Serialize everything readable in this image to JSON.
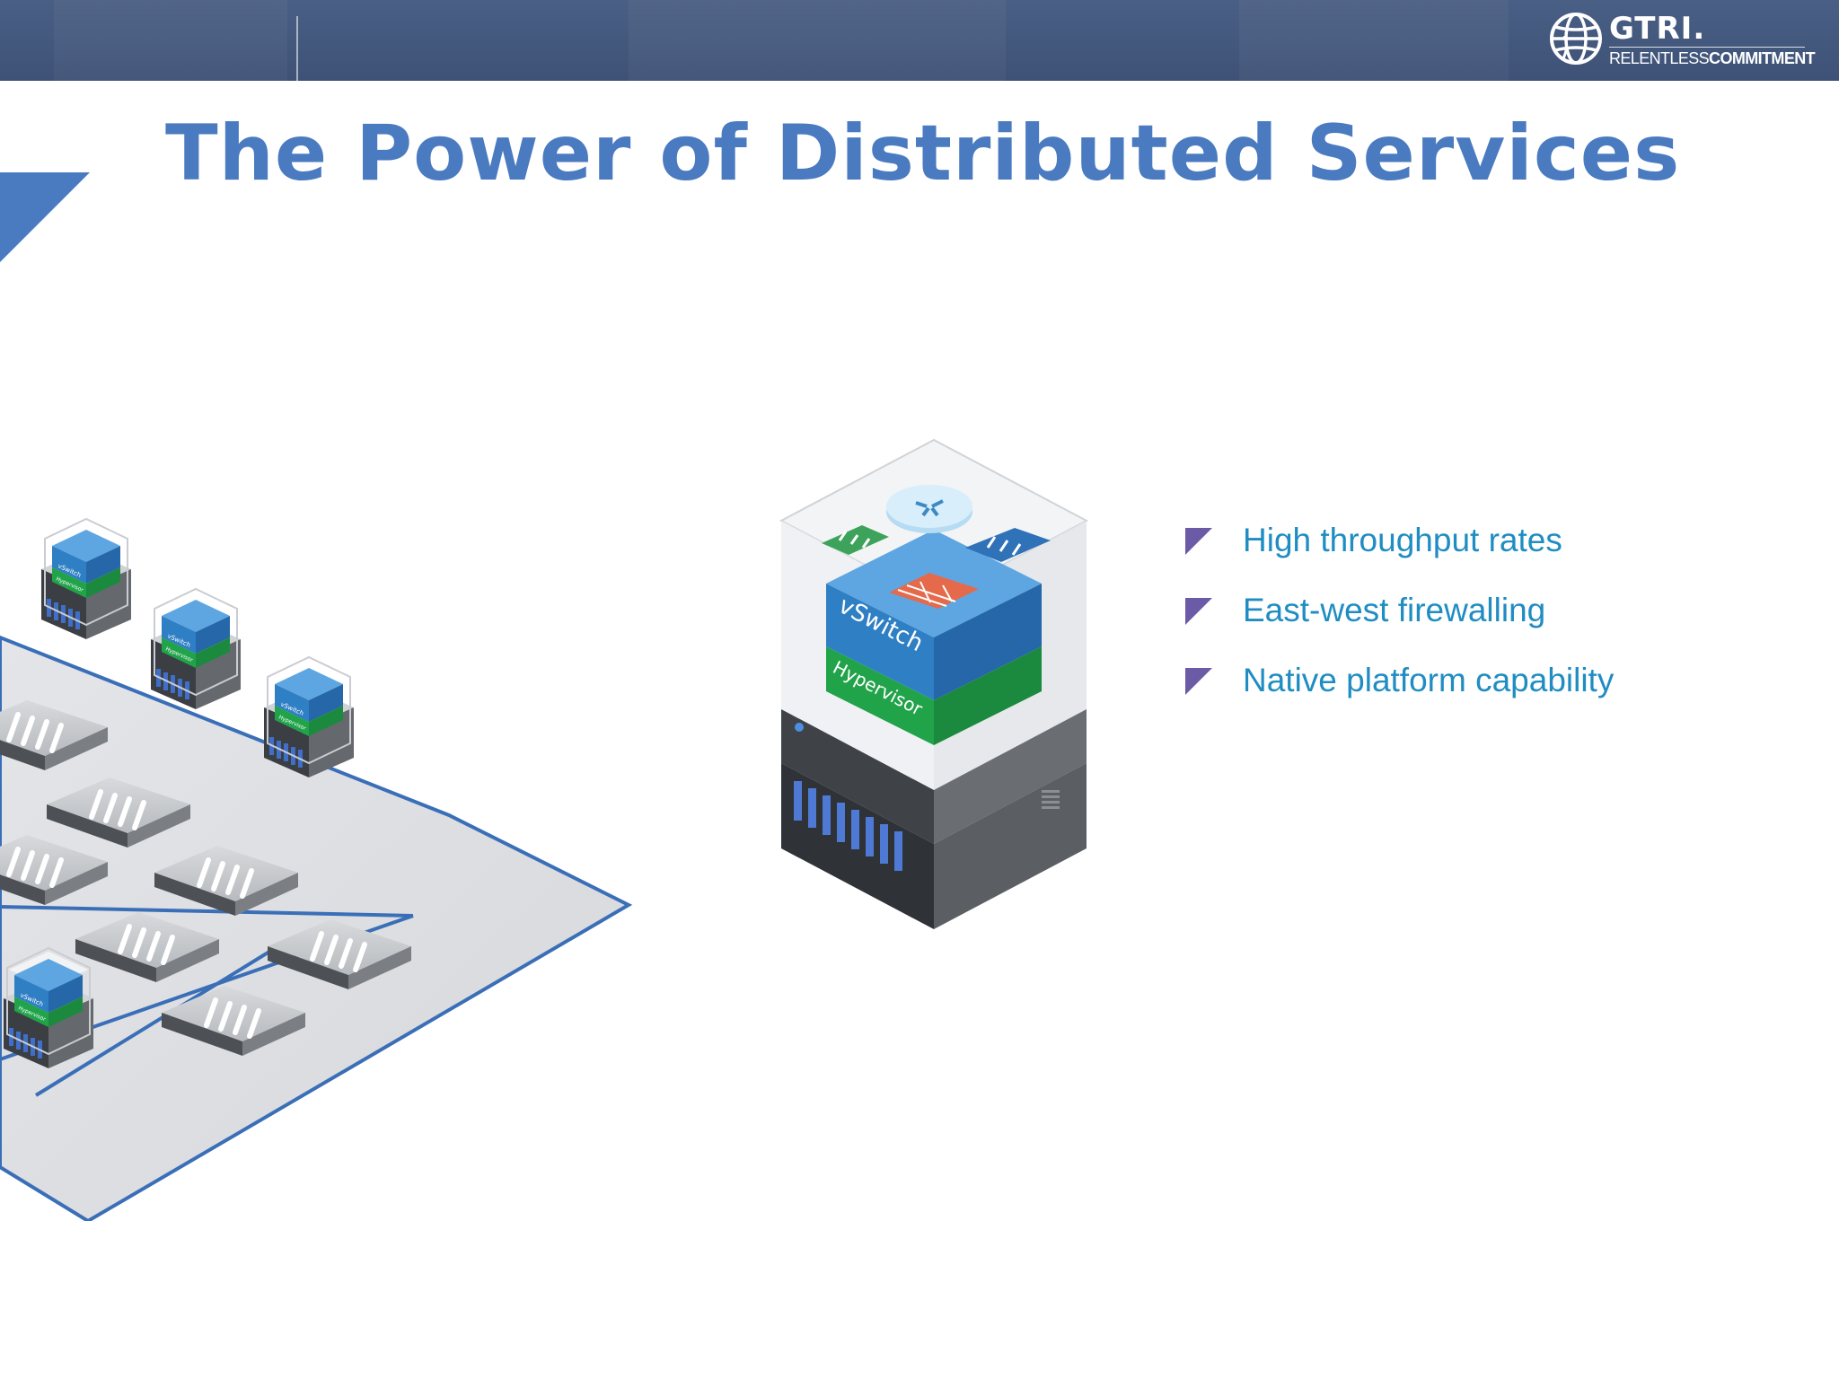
{
  "header": {
    "bar_color": "#3f5379",
    "logo": {
      "name": "GTRI.",
      "tagline_light": "RELENTLESS",
      "tagline_bold": "COMMITMENT"
    }
  },
  "slide": {
    "title": "The Power of Distributed Services",
    "title_color": "#4a7bc0",
    "bullets": [
      {
        "text": "High throughput rates"
      },
      {
        "text": "East-west firewalling"
      },
      {
        "text": "Native platform capability"
      }
    ],
    "bullet_color": "#1f8dc2",
    "bullet_marker_color": "#6b5aa6"
  },
  "illustration": {
    "server_labels": {
      "switch": "vSwitch",
      "hypervisor": "Hypervisor"
    },
    "colors": {
      "switch_blue": "#2f7fc4",
      "hypervisor_green": "#21a34a",
      "network_line": "#3a6fb8"
    }
  }
}
